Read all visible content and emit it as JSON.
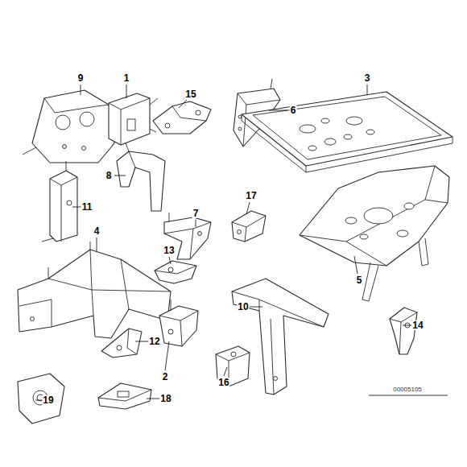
{
  "diagram": {
    "labels": [
      "9",
      "1",
      "15",
      "6",
      "3",
      "8",
      "11",
      "7",
      "17",
      "4",
      "13",
      "5",
      "10",
      "14",
      "12",
      "2",
      "16",
      "18",
      "19",
      "00005105"
    ]
  }
}
